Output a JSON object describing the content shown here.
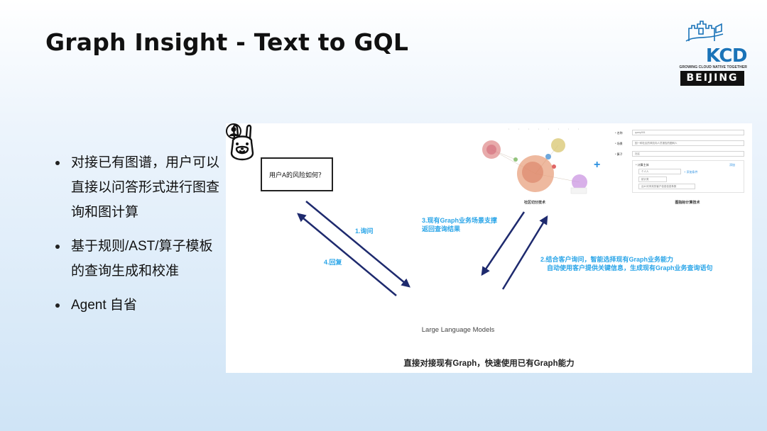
{
  "slide": {
    "title": "Graph Insight  -  Text to GQL"
  },
  "logo": {
    "brand": "KCD",
    "tagline": "GROWING CLOUD NATIVE TOGETHER",
    "city": "BEIJING",
    "icon": "great-wall-castle-icon"
  },
  "bullets": [
    "对接已有图谱，用户可以直接以问答形式进行图查询和图计算",
    "基于规则/AST/算子模板的查询生成和校准",
    "Agent 自省"
  ],
  "diagram": {
    "question": "用户A的风险如何？",
    "step1": "1.询问",
    "step4": "4.回复",
    "step3_line1": "3.现有Graph业务场景支撑",
    "step3_line2": "返回查询结果",
    "step2_line1": "2.结合客户询问，智能选择现有Graph业务能力",
    "step2_line2": "自动使用客户提供关键信息，生成现有Graph业务查询语句",
    "llm_label": "Large Language Models",
    "caption": "直接对接现有Graph，快速使用已有Graph能力",
    "left_screenshot_caption": "社区切分技术",
    "right_screenshot_caption": "图指标计算技术",
    "plus_sign": "+",
    "colors": {
      "arrow": "#1e2a6e",
      "label": "#2aa5e8"
    },
    "form": {
      "name_label": "* 名称",
      "name_value": "query001",
      "scene_label": "* 场景",
      "scene_value": "因一种社区的风险向人员报告的图网人",
      "operator_label": "* 算子",
      "operator_value": "社区",
      "config_label": "* 计算主体",
      "config_value": "个人人",
      "add_text": "+ 添加条件",
      "link_text": "添加",
      "sub_value": "统计类",
      "sub_value2": "近40天有效的客户信息信息条数"
    }
  }
}
